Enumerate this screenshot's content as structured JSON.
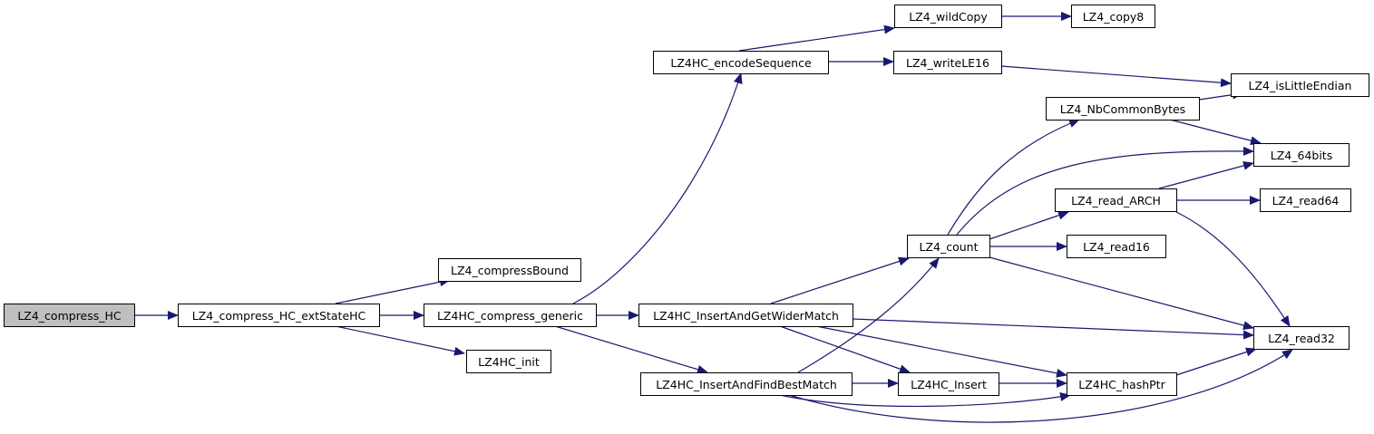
{
  "graph": {
    "root": "LZ4_compress_HC",
    "nodes": {
      "compress_hc": "LZ4_compress_HC",
      "ext_state": "LZ4_compress_HC_extStateHC",
      "compress_bound": "LZ4_compressBound",
      "hc_init": "LZ4HC_init",
      "compress_generic": "LZ4HC_compress_generic",
      "encode_sequence": "LZ4HC_encodeSequence",
      "wild_copy": "LZ4_wildCopy",
      "copy8": "LZ4_copy8",
      "write_le16": "LZ4_writeLE16",
      "is_little_endian": "LZ4_isLittleEndian",
      "nb_common_bytes": "LZ4_NbCommonBytes",
      "bits64": "LZ4_64bits",
      "read_arch": "LZ4_read_ARCH",
      "read64": "LZ4_read64",
      "count": "LZ4_count",
      "read16": "LZ4_read16",
      "insert_wider": "LZ4HC_InsertAndGetWiderMatch",
      "read32": "LZ4_read32",
      "insert_best": "LZ4HC_InsertAndFindBestMatch",
      "hc_insert": "LZ4HC_Insert",
      "hash_ptr": "LZ4HC_hashPtr"
    },
    "colors": {
      "edge": "#191970",
      "root_fill": "#bfbfbf"
    }
  }
}
